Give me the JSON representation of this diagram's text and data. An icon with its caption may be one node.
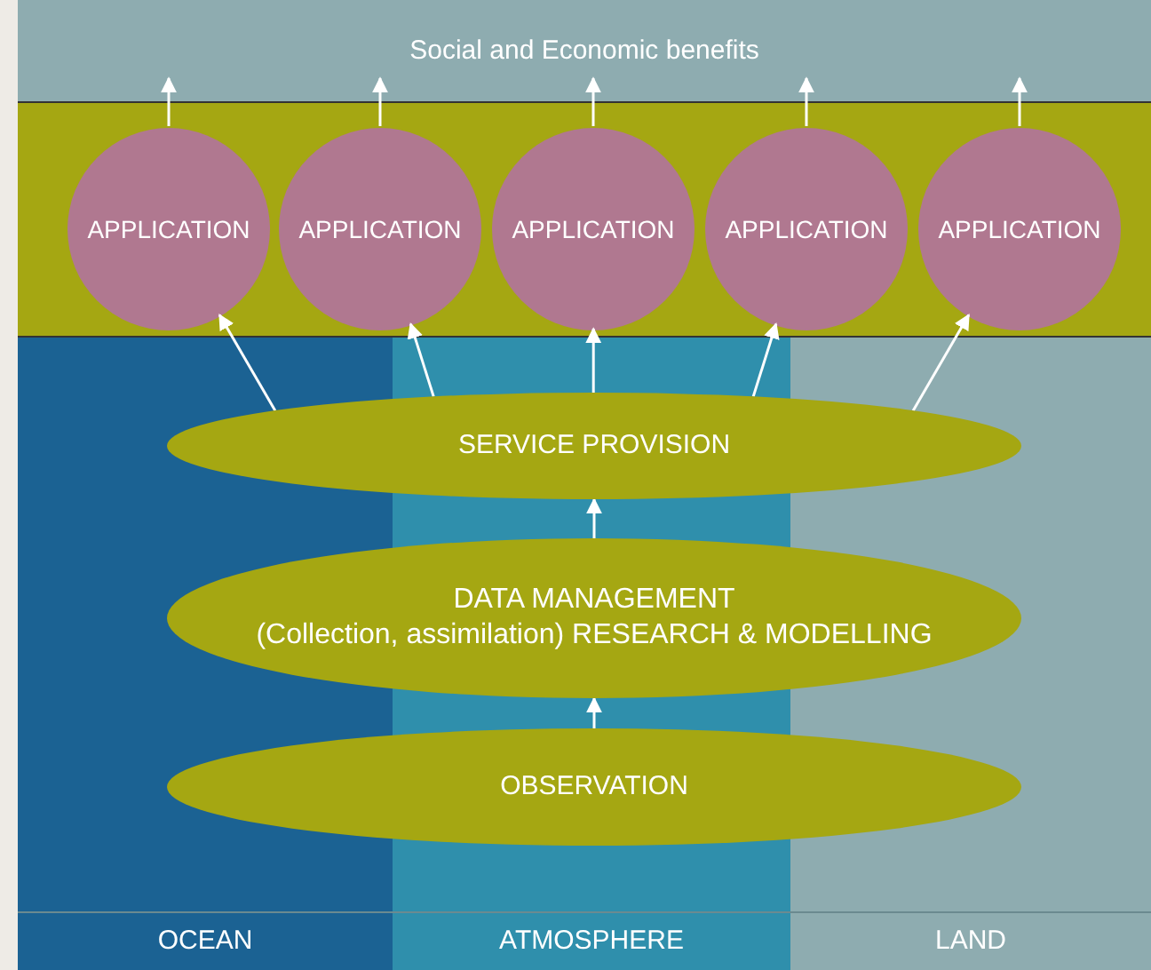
{
  "diagram": {
    "nodes": [
      {
        "text": [
          "Social and Economic benefits"
        ]
      },
      {
        "text": [],
        "shape": "box"
      },
      {
        "text": [
          "APPLICATION"
        ],
        "in": 1
      },
      {
        "text": [
          "APPLICATION"
        ],
        "in": 1
      },
      {
        "text": [
          "APPLICATION"
        ],
        "in": 1
      },
      {
        "text": [
          "APPLICATION"
        ],
        "in": 1
      },
      {
        "text": [
          "APPLICATION"
        ],
        "in": 1
      },
      {
        "text": [
          "OCEAN"
        ]
      },
      {
        "text": [
          "ATMOSPHERE"
        ]
      },
      {
        "text": [
          "LAND"
        ]
      },
      {
        "text": [
          "SERVICE PROVISION"
        ]
      },
      {
        "text": [
          "DATA MANAGEMENT",
          "(Collection, assimilation) RESEARCH & MODELLING"
        ]
      },
      {
        "text": [
          "OBSERVATION"
        ]
      }
    ],
    "edges": [
      {
        "from": 12,
        "to": 11,
        "arrow": "to"
      },
      {
        "from": 11,
        "to": 10,
        "arrow": "to"
      },
      {
        "from": 10,
        "to": 2,
        "arrow": "to"
      },
      {
        "from": 10,
        "to": 3,
        "arrow": "to"
      },
      {
        "from": 10,
        "to": 4,
        "arrow": "to"
      },
      {
        "from": 10,
        "to": 5,
        "arrow": "to"
      },
      {
        "from": 10,
        "to": 6,
        "arrow": "to"
      },
      {
        "from": 2,
        "to": 0,
        "arrow": "to"
      },
      {
        "from": 3,
        "to": 0,
        "arrow": "to"
      },
      {
        "from": 4,
        "to": 0,
        "arrow": "to"
      },
      {
        "from": 5,
        "to": 0,
        "arrow": "to"
      },
      {
        "from": 6,
        "to": 0,
        "arrow": "to"
      }
    ]
  }
}
